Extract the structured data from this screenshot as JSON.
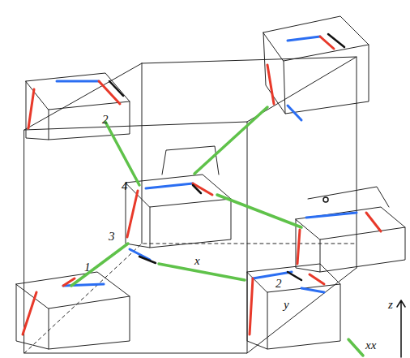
{
  "diagram": {
    "labels": [
      "2",
      "4",
      "3",
      "1",
      "x",
      "2",
      "y",
      "xx",
      "z"
    ]
  }
}
